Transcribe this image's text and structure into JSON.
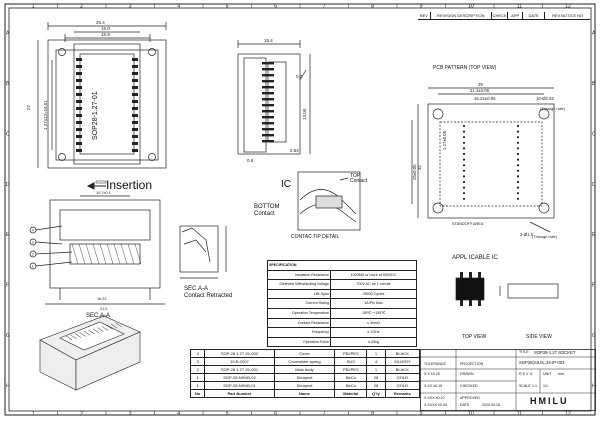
{
  "labels": {
    "insertion": "Insertion",
    "ic": "IC",
    "top_contact": "TOP\nContact",
    "bottom_contact": "BOTTOM\nContact",
    "contact_tip_detail": "CONTAC TIP DETAIL",
    "sec_aa": "SEC.A-A",
    "sec_aa_retracted": "SEC.A-A\nContact Retracted",
    "pcb_pattern": "PCB PATTERN  (TOP VIEW)",
    "applicable_ic": "APPL ICABLE IC",
    "top_view": "TOP VIEW",
    "side_view": "SIDE VIEW",
    "standoff_area": "STANDOFF AREA",
    "through_hole": "(Through hole)",
    "socket_marking": "SOP28-1.27-01"
  },
  "revision_header": [
    "REV",
    "REVISION DESCRIPTION",
    "CHECK",
    "APP",
    "DATE",
    "REV.NOTICE NO"
  ],
  "spec_table": {
    "title": "SPECIFICATION",
    "rows": [
      {
        "name": "Insulation Resistance",
        "value": "1000MΩ or more at 500VDC"
      },
      {
        "name": "Dielectric Withstanding Voltage",
        "value": "700V AC for 1 minute"
      },
      {
        "name": "Life Span",
        "value": "25000 Cycles"
      },
      {
        "name": "Current Rating",
        "value": "1A/Pin Max"
      },
      {
        "name": "Operation Temperature",
        "value": "-55℃~+155℃"
      },
      {
        "name": "Contact Resistance",
        "value": "≤ 30mΩ"
      },
      {
        "name": "Frequency",
        "value": "≥ 1GHz"
      },
      {
        "name": "Operation Force",
        "value": "≤ 20kg"
      }
    ]
  },
  "bom": [
    {
      "no": "4",
      "part": "SOP-28-1.27-01-002",
      "name": "Cover",
      "material": "PEI/PES",
      "qty": "1",
      "finish": "BLACK"
    },
    {
      "no": "3",
      "part": "10-B-2007",
      "name": "Coverslider spring",
      "material": "SUS",
      "qty": "4",
      "finish": "SILVERY"
    },
    {
      "no": "2",
      "part": "SOP-28-1.27-01-001",
      "name": "Main body",
      "material": "PEI/PES",
      "qty": "1",
      "finish": "BLACK"
    },
    {
      "no": "1",
      "part": "SOP-28-NSHB-02",
      "name": "Shrapnel",
      "material": "BeCu",
      "qty": "28",
      "finish": "GOLD"
    },
    {
      "no": "1",
      "part": "SOP-28-NSHB-01",
      "name": "Shrapnel",
      "material": "BeCu",
      "qty": "28",
      "finish": "GOLD"
    }
  ],
  "bom_header": {
    "no": "No",
    "part": "Part Number",
    "name": "Name",
    "material": "Material",
    "qty": "Q'ty",
    "finish": "Remarks"
  },
  "title_block": {
    "tolerance": "TOLERANCE",
    "projection": "PROJECTION",
    "title_label": "TITLE",
    "title": "SOP28-1.27 SOCKET",
    "part_no": "SOP28(S0.0L.34-IP-003",
    "rev_label": "R E V",
    "rev": "A",
    "scale_label": "SCALE",
    "scale": "1:1",
    "unit_label": "UNIT",
    "unit": "mm",
    "sheet": "1/1",
    "date": "2020.05.15",
    "brand": "HMILU",
    "tol_rows": [
      "X.X  ±0.25",
      "X.XX  ±0.15",
      "X.XXX  ±0.10",
      "X.XXXX  ±0.05"
    ],
    "sign_rows": [
      "DRAWN",
      "CHECKED",
      "APPROVED",
      "DATE"
    ]
  },
  "grid": {
    "cols": [
      "1",
      "2",
      "3",
      "4",
      "5",
      "6",
      "7",
      "8",
      "9",
      "10",
      "11",
      "12"
    ],
    "rows": [
      "A",
      "B",
      "C",
      "D",
      "E",
      "F",
      "G",
      "H"
    ]
  }
}
